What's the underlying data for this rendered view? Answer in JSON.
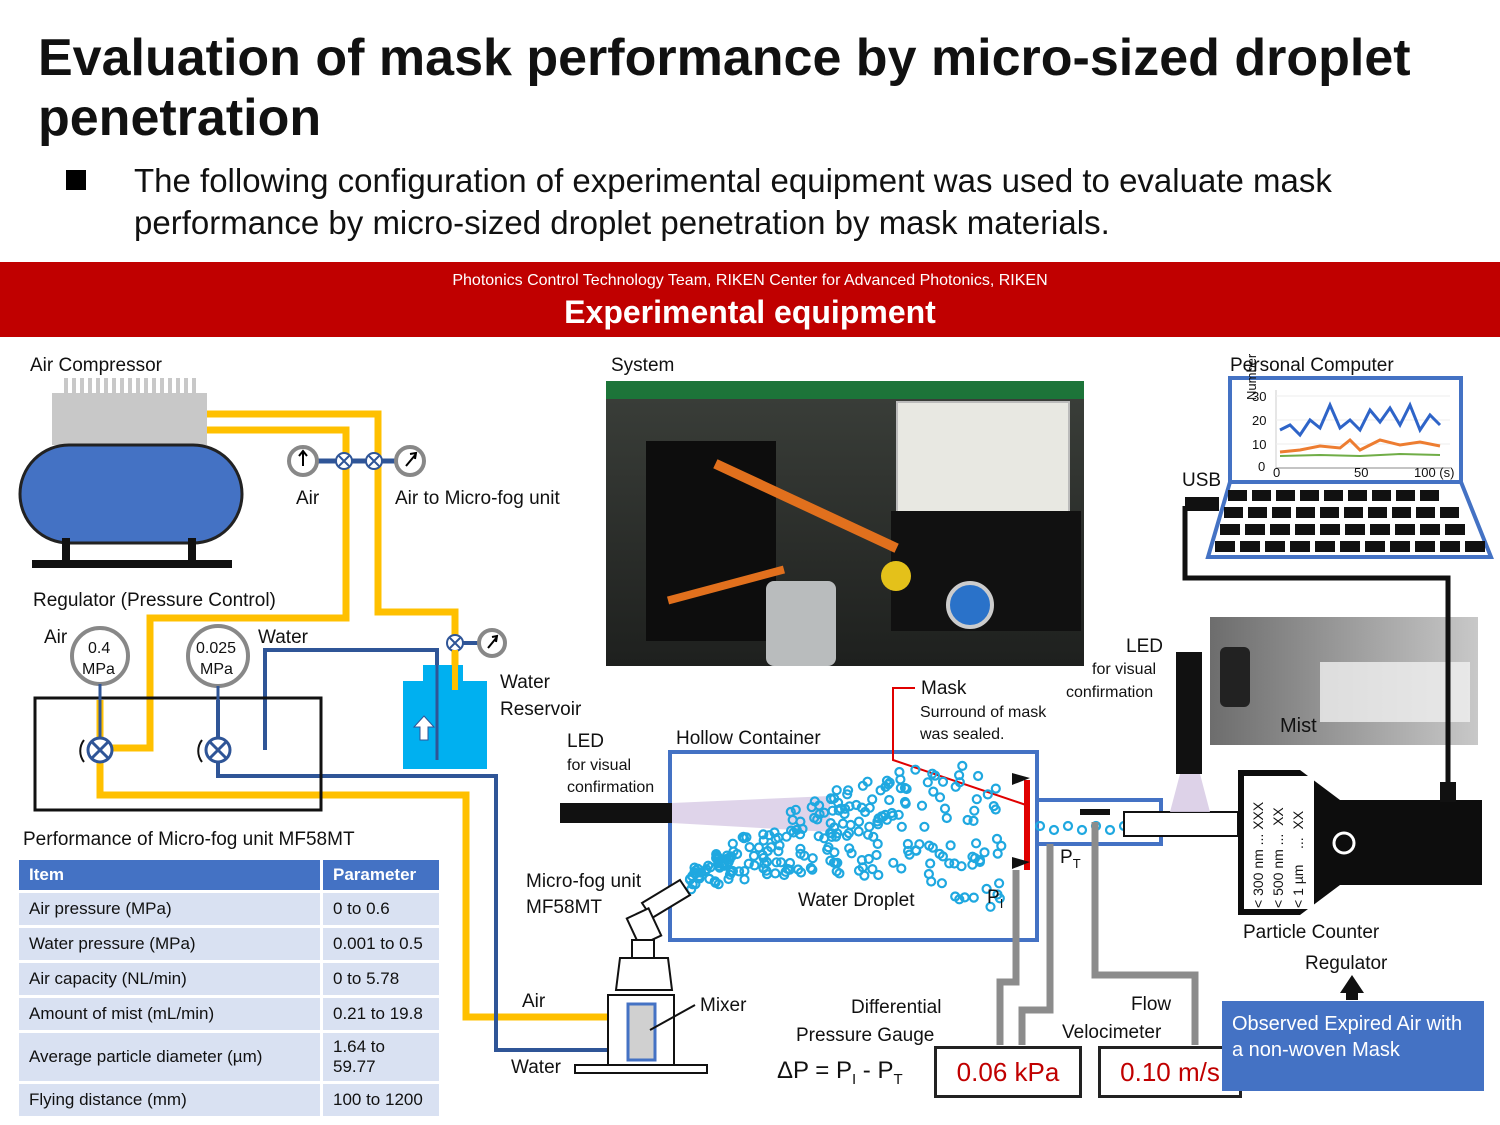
{
  "title": "Evaluation of mask performance by micro-sized droplet penetration",
  "bullet": "The following configuration of experimental equipment was used to evaluate mask performance by micro-sized droplet penetration by mask materials.",
  "banner": {
    "subtitle": "Photonics Control Technology Team, RIKEN Center for Advanced Photonics, RIKEN",
    "heading": "Experimental equipment"
  },
  "labels": {
    "air_compressor": "Air Compressor",
    "air": "Air",
    "air_to_microfog": "Air to Micro-fog unit",
    "regulator": "Regulator (Pressure Control)",
    "reg_air": "Air",
    "reg_water": "Water",
    "gauge1_value": "0.4",
    "gauge1_unit": "MPa",
    "gauge2_value": "0.025",
    "gauge2_unit": "MPa",
    "water_reservoir_1": "Water",
    "water_reservoir_2": "Reservoir",
    "system": "System",
    "personal_computer": "Personal Computer",
    "usb": "USB",
    "led_left": "LED",
    "led_left_sub1": "for visual",
    "led_left_sub2": "confirmation",
    "hollow_container": "Hollow Container",
    "mask": "Mask",
    "mask_sub1": "Surround of mask",
    "mask_sub2": "was sealed.",
    "led_right": "LED",
    "led_right_sub1": "for visual",
    "led_right_sub2": "confirmation",
    "mist": "Mist",
    "microfog_1": "Micro-fog unit",
    "microfog_2": "MF58MT",
    "water_droplet": "Water Droplet",
    "p_i": "P",
    "p_i_sub": "I",
    "p_t": "P",
    "p_t_sub": "T",
    "particle_counter": "Particle Counter",
    "regulator_right": "Regulator",
    "mixer": "Mixer",
    "mixer_air": "Air",
    "mixer_water": "Water",
    "diff_gauge_1": "Differential",
    "diff_gauge_2": "Pressure Gauge",
    "flow_1": "Flow",
    "flow_2": "Velocimeter",
    "formula_a": "ΔP = P",
    "formula_b": " - P",
    "counter_row1": "< 300 nm ... XXX",
    "counter_row2": "< 500 nm ...  XX",
    "counter_row3": "< 1 µm    ...  XX"
  },
  "readouts": {
    "pressure": "0.06 kPa",
    "flow": "0.10 m/s"
  },
  "note": "Observed Expired Air with a non-woven Mask",
  "performance": {
    "title": "Performance of Micro-fog unit MF58MT",
    "headers": [
      "Item",
      "Parameter"
    ],
    "rows": [
      [
        "Air pressure (MPa)",
        "0 to 0.6"
      ],
      [
        "Water pressure (MPa)",
        "0.001 to 0.5"
      ],
      [
        "Air capacity (NL/min)",
        "0 to 5.78"
      ],
      [
        "Amount of mist (mL/min)",
        "0.21 to 19.8"
      ],
      [
        "Average particle diameter (µm)",
        "1.64 to 59.77"
      ],
      [
        "Flying distance (mm)",
        "100 to 1200"
      ]
    ]
  },
  "pc_chart": {
    "ylabel": "Number",
    "yticks": [
      "30",
      "20",
      "10",
      "0"
    ],
    "xticks": [
      "0",
      "50",
      "100 (s)"
    ]
  },
  "colors": {
    "banner": "#c00000",
    "air_line": "#ffc000",
    "water_line": "#2f5597",
    "accent_blue": "#4472c4",
    "droplet": "#1fa8e0"
  }
}
